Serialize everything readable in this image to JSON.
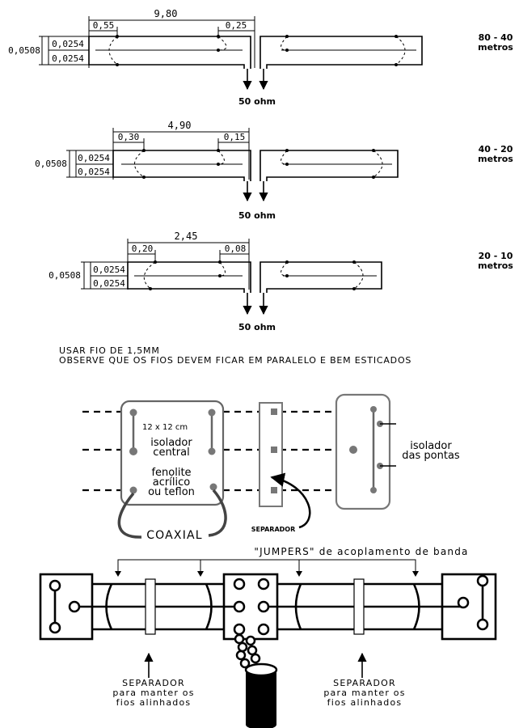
{
  "diagrams": [
    {
      "total_length": "9,80",
      "left_gap": "0,55",
      "right_gap": "0,25",
      "total_width": "0,0508",
      "half_a": "0,0254",
      "half_b": "0,0254",
      "feed": "50 ohm",
      "band": "80 - 40",
      "band_unit": "metros"
    },
    {
      "total_length": "4,90",
      "left_gap": "0,30",
      "right_gap": "0,15",
      "total_width": "0,0508",
      "half_a": "0,0254",
      "half_b": "0,0254",
      "feed": "50 ohm",
      "band": "40 - 20",
      "band_unit": "metros"
    },
    {
      "total_length": "2,45",
      "left_gap": "0,20",
      "right_gap": "0,08",
      "total_width": "0,0508",
      "half_a": "0,0254",
      "half_b": "0,0254",
      "feed": "50 ohm",
      "band": "20 - 10",
      "band_unit": "metros"
    }
  ],
  "notes": {
    "line1": "USAR FIO DE 1,5MM",
    "line2": "OBSERVE QUE OS FIOS DEVEM FICAR EM PARALELO E BEM ESTICADOS"
  },
  "insulator_detail": {
    "size": "12 x 12 cm",
    "central_l1": "isolador",
    "central_l2": "central",
    "material_l1": "fenolite",
    "material_l2": "acrílico",
    "material_l3": "ou teflon",
    "coax": "COAXIAL",
    "separator": "SEPARADOR",
    "ends_l1": "isolador",
    "ends_l2": "das pontas"
  },
  "assembly": {
    "jumpers": "\"JUMPERS\" de acoplamento de banda",
    "sep_left_l1": "SEPARADOR",
    "sep_left_l2": "para manter os",
    "sep_left_l3": "fios alinhados",
    "sep_right_l1": "SEPARADOR",
    "sep_right_l2": "para manter os",
    "sep_right_l3": "fios alinhados"
  }
}
